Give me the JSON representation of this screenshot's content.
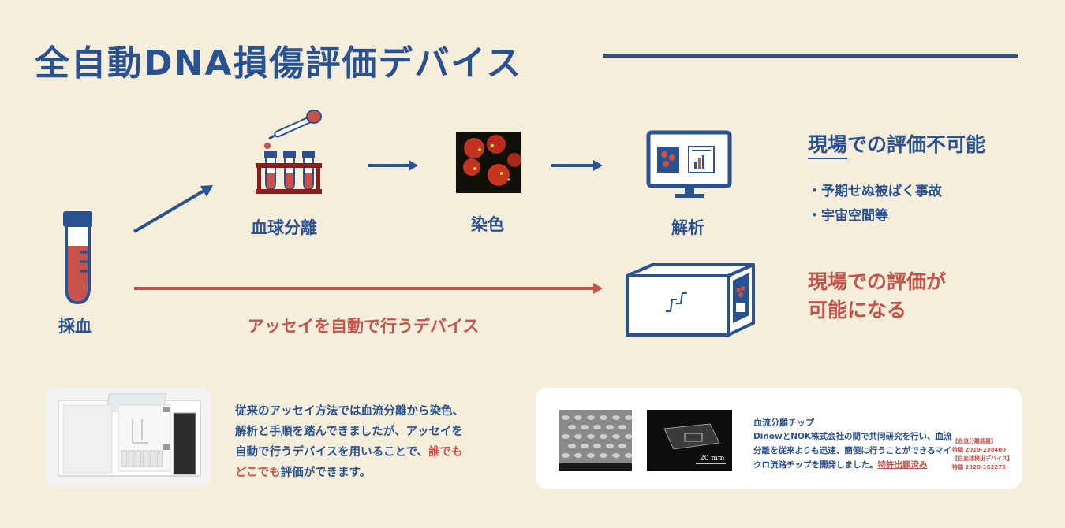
{
  "title": "全自動DNA損傷評価デバイス",
  "steps": {
    "blood_draw": "採血",
    "separation": "血球分離",
    "staining": "染色",
    "analysis": "解析"
  },
  "assay_device_label": "アッセイを自動で行うデバイス",
  "right": {
    "heading": "現場での評価不可能",
    "heading_underlined": "現場",
    "heading_rest": "での評価不可能",
    "bullets": [
      "・予期せぬ被ばく事故",
      "・宇宙空間等"
    ],
    "result_lines": [
      "現場での評価が",
      "可能になる"
    ]
  },
  "description": {
    "line1": "従来のアッセイ方法では血流分離から染色、",
    "line2": "解析と手順を踏んできましたが、アッセイを",
    "line3_a": "自動で行うデバイスを用いることで、",
    "line3_b": "誰でも",
    "line4_a": "どこでも",
    "line4_b": "評価ができます。"
  },
  "chip": {
    "title": "血流分離チップ",
    "line1": "DinowとNOK株式会社の間で共同研究を行い、血流",
    "line2": "分離を従来よりも迅速、簡便に行うことができるマイ",
    "line3_a": "クロ流路チップを開発しました。",
    "line3_b": "特許出願済み",
    "scale_label": "20 mm",
    "patents": [
      "【血流分離装置】",
      "特願 2019-238400",
      "【自血球検出デバイス】",
      "特願 2020-162275"
    ]
  },
  "colors": {
    "background": "#f5eedb",
    "blue": "#2a5290",
    "red": "#c8534b",
    "card": "#ffffff"
  }
}
